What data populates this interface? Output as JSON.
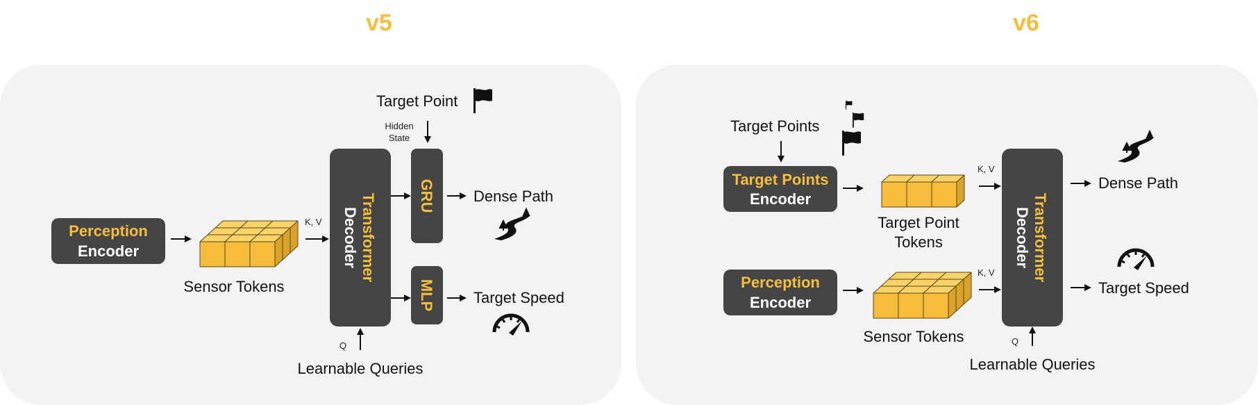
{
  "colors": {
    "accent": "#F5BE3C",
    "dark_box": "#454545",
    "panel": "#F3F3F3",
    "text": "#111111",
    "cube_front": "#F6BD3C",
    "cube_top": "#FAD26A",
    "cube_side": "#D9A22B",
    "cube_edge": "#5A4516"
  },
  "v5": {
    "title": "v5",
    "perception_encoder": {
      "line1": "Perception",
      "line2": "Encoder"
    },
    "sensor_tokens": "Sensor Tokens",
    "kv": "K, V",
    "transformer_decoder": {
      "line1": "Transformer",
      "line2": "Decoder"
    },
    "q": "Q",
    "learnable_queries": "Learnable Queries",
    "gru": "GRU",
    "mlp": "MLP",
    "hidden_state": {
      "line1": "Hidden",
      "line2": "State"
    },
    "target_point": "Target Point",
    "dense_path": "Dense Path",
    "target_speed": "Target Speed",
    "icons": [
      "flag-icon",
      "road-icon",
      "speedometer-icon"
    ]
  },
  "v6": {
    "title": "v6",
    "target_points": "Target Points",
    "target_points_encoder": {
      "line1": "Target Points",
      "line2": "Encoder"
    },
    "target_point_tokens": {
      "line1": "Target Point",
      "line2": "Tokens"
    },
    "perception_encoder": {
      "line1": "Perception",
      "line2": "Encoder"
    },
    "sensor_tokens": "Sensor Tokens",
    "kv_top": "K, V",
    "kv_bottom": "K, V",
    "transformer_decoder": {
      "line1": "Transformer",
      "line2": "Decoder"
    },
    "q": "Q",
    "learnable_queries": "Learnable Queries",
    "dense_path": "Dense Path",
    "target_speed": "Target Speed",
    "icons": [
      "flag-icon",
      "road-icon",
      "speedometer-icon"
    ]
  }
}
